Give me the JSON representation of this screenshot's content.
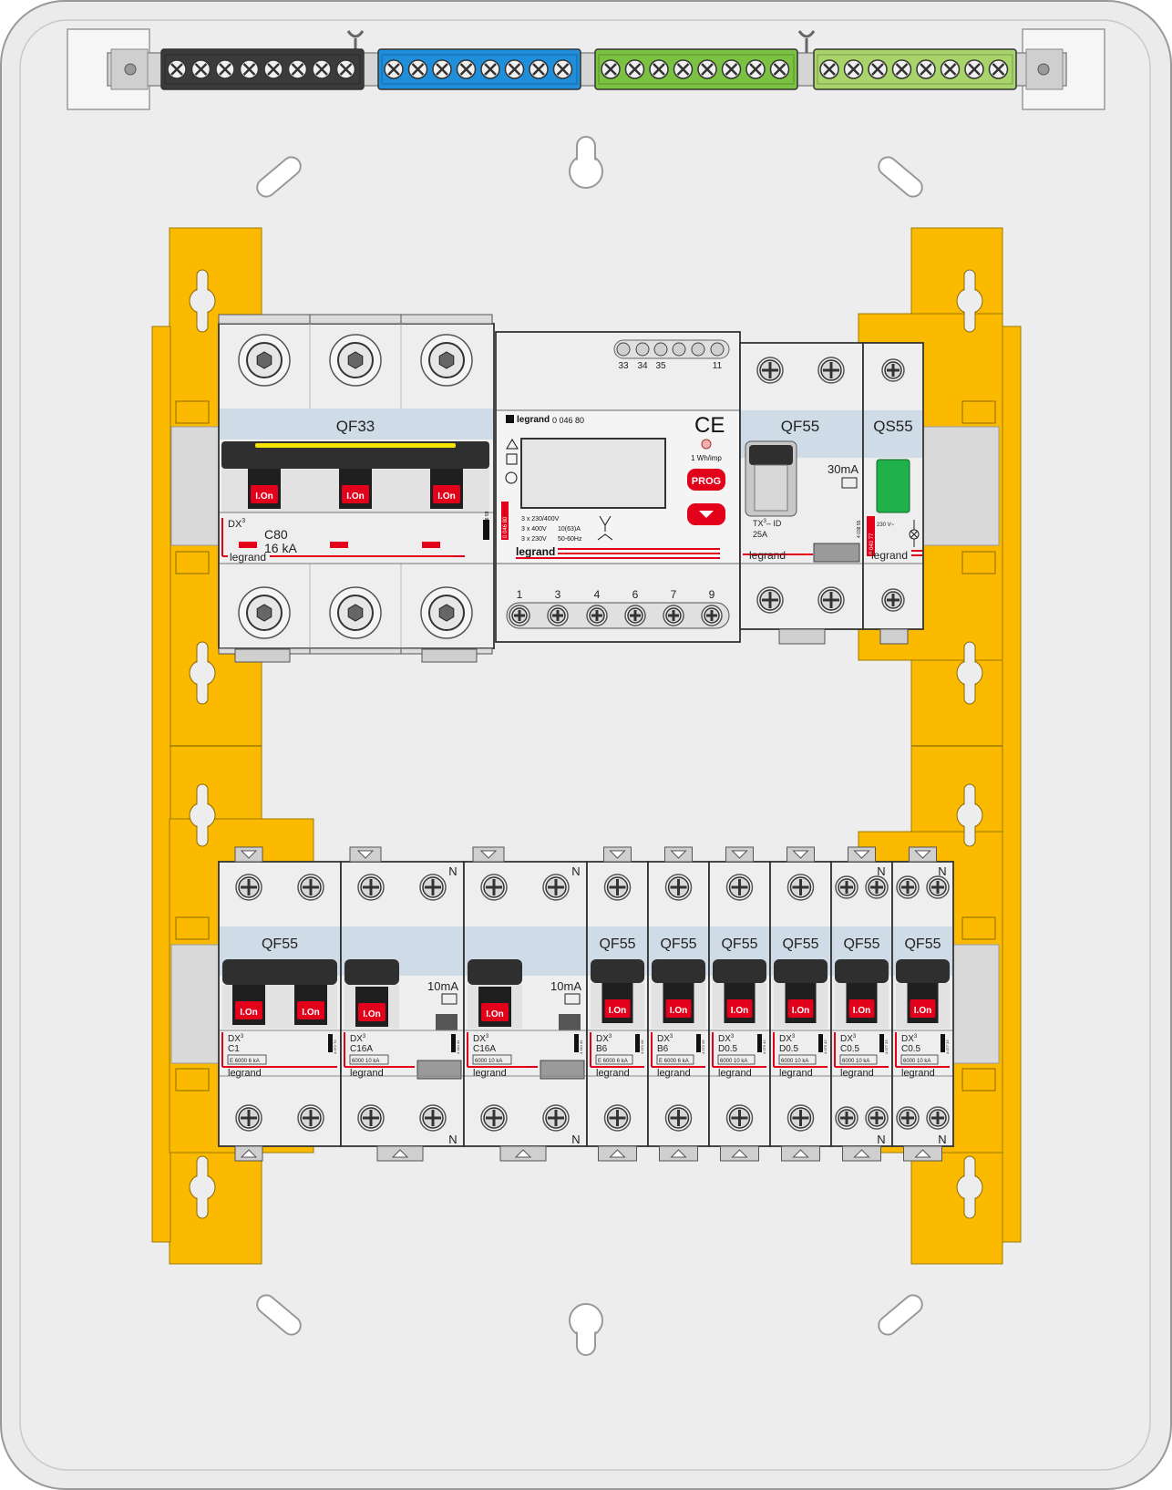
{
  "colors": {
    "enclosure": "#ebebeb",
    "din_bracket": "#fbb900",
    "module": "#eeeeee",
    "label_band": "#cfdbe6",
    "toggle": "#3a3a3a",
    "lever_red": "#e3001b",
    "test_green": "#21b14b",
    "bar_black": "#3b3b3b",
    "bar_blue": "#1f8fdc",
    "bar_green": "#7cc242",
    "bar_yellowgreen": "#a8d46a"
  },
  "terminal_bars": [
    {
      "color": "black",
      "screws": 8
    },
    {
      "color": "blue",
      "screws": 8
    },
    {
      "color": "green",
      "screws": 8
    },
    {
      "color": "yellow-green",
      "screws": 8
    }
  ],
  "top_row": {
    "breaker_main": {
      "label": "QF33",
      "series": "DX",
      "series_sup": "3",
      "rating": "C80",
      "breaking": "16 kA",
      "brand": "legrand",
      "lever_text": "I.On",
      "poles": 3,
      "ref": "4 076 59"
    },
    "meter": {
      "brand": "legrand",
      "ref": "0 046 80",
      "ce": "CE",
      "impulse": "1 Wh/imp",
      "prog": "PROG",
      "spec_lines": [
        "3 x 230/400V",
        "3 x 400V",
        "3 x 230V"
      ],
      "spec_current": "10(63)A",
      "spec_freq": "50-60Hz",
      "side_code": "0 046 80",
      "top_terminals": [
        "33",
        "34",
        "35",
        "11"
      ],
      "bottom_terminals": [
        "1",
        "3",
        "4",
        "6",
        "7",
        "9"
      ]
    },
    "rcd": {
      "label": "QF55",
      "sensitivity": "30mA",
      "series": "TX",
      "series_sup": "3",
      "suffix": "– ID",
      "rating": "25A",
      "brand": "legrand",
      "ref": "4 038 55"
    },
    "switch": {
      "label": "QS55",
      "voltage": "230 V~",
      "brand": "legrand",
      "side_code": "0 040 77"
    }
  },
  "bottom_row": [
    {
      "label": "QF55",
      "kind": "mcb2",
      "series": "DX",
      "sup": "3",
      "rating": "C1",
      "breaking": "E 6000 6 kA",
      "brand": "legrand",
      "lever": "I.On",
      "ref": "4 072 70"
    },
    {
      "label": "",
      "kind": "rcbo",
      "series": "DX",
      "sup": "3",
      "rating": "C16A",
      "breaking": "6000 10 kA",
      "brand": "legrand",
      "lever": "I.On",
      "sensitivity": "10mA",
      "neutral": "N",
      "ref": "4 110 41"
    },
    {
      "label": "",
      "kind": "rcbo",
      "series": "DX",
      "sup": "3",
      "rating": "C16A",
      "breaking": "6000 10 kA",
      "brand": "legrand",
      "lever": "I.On",
      "sensitivity": "10mA",
      "neutral": "N",
      "ref": "4 110 41"
    },
    {
      "label": "QF55",
      "kind": "mcb",
      "series": "DX",
      "sup": "3",
      "rating": "B6",
      "breaking": "E 6000 6 kA",
      "brand": "legrand",
      "lever": "I.On",
      "ref": "4 072 06"
    },
    {
      "label": "QF55",
      "kind": "mcb",
      "series": "DX",
      "sup": "3",
      "rating": "B6",
      "breaking": "E 6000 6 kA",
      "brand": "legrand",
      "lever": "I.On",
      "ref": "4 072 06"
    },
    {
      "label": "QF55",
      "kind": "mcb",
      "series": "DX",
      "sup": "3",
      "rating": "D0.5",
      "breaking": "6000 10 kA",
      "brand": "legrand",
      "lever": "I.On",
      "ref": "4 079 42"
    },
    {
      "label": "QF55",
      "kind": "mcb",
      "series": "DX",
      "sup": "3",
      "rating": "D0.5",
      "breaking": "6000 10 kA",
      "brand": "legrand",
      "lever": "I.On",
      "ref": "4 079 42"
    },
    {
      "label": "QF55",
      "kind": "mcbn",
      "series": "DX",
      "sup": "3",
      "rating": "C0.5",
      "breaking": "6000 10 kA",
      "brand": "legrand",
      "lever": "I.On",
      "neutral": "N",
      "ref": "4 077 33"
    },
    {
      "label": "QF55",
      "kind": "mcbn",
      "series": "DX",
      "sup": "3",
      "rating": "C0.5",
      "breaking": "6000 10 kA",
      "brand": "legrand",
      "lever": "I.On",
      "neutral": "N",
      "ref": "4 077 33"
    }
  ]
}
